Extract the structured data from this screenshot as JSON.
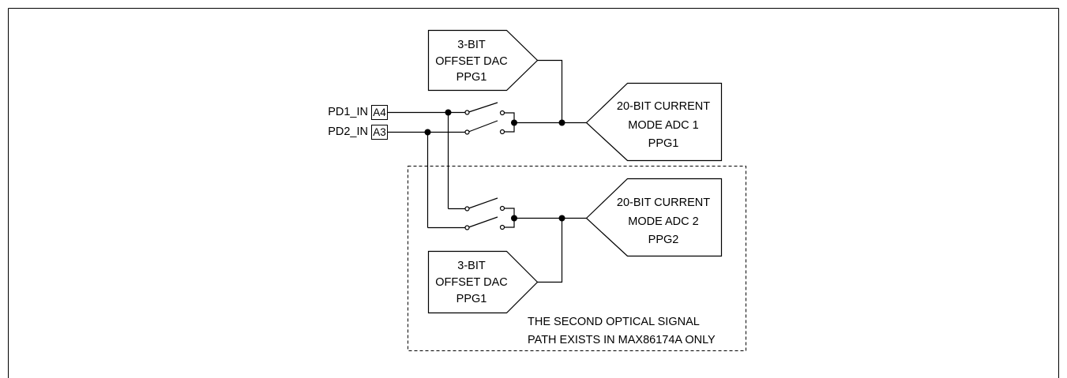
{
  "colors": {
    "line": "#000000",
    "background": "#ffffff"
  },
  "inputs": [
    {
      "signal": "PD1_IN",
      "pin": "A4"
    },
    {
      "signal": "PD2_IN",
      "pin": "A3"
    }
  ],
  "dac_top": {
    "lines": [
      "3-BIT",
      "OFFSET DAC",
      "PPG1"
    ]
  },
  "dac_bottom": {
    "lines": [
      "3-BIT",
      "OFFSET DAC",
      "PPG1"
    ]
  },
  "adc_1": {
    "lines": [
      "20-BIT CURRENT",
      "MODE ADC 1",
      "PPG1"
    ]
  },
  "adc_2": {
    "lines": [
      "20-BIT CURRENT",
      "MODE ADC 2",
      "PPG2"
    ]
  },
  "note": {
    "lines": [
      "THE SECOND OPTICAL SIGNAL",
      "PATH EXISTS IN MAX86174A ONLY"
    ]
  }
}
